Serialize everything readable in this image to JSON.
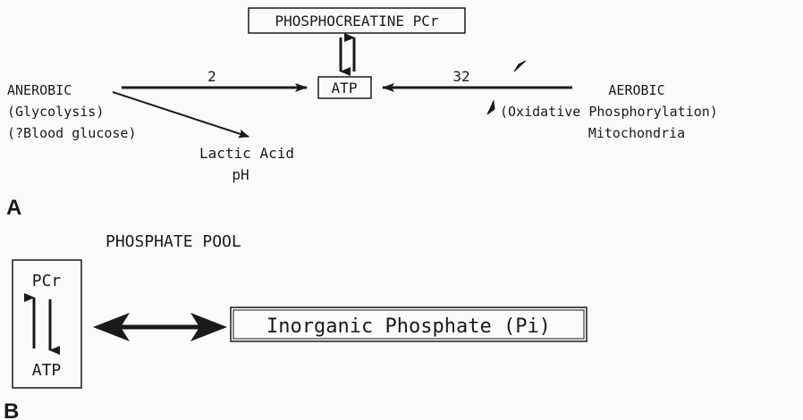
{
  "panel_a": {
    "letter": "A",
    "phosphocreatine_label": "PHOSPHOCREATINE PCr",
    "atp_label": "ATP",
    "anerobic": {
      "title": "ANEROBIC",
      "line2": "(Glycolysis)",
      "line3": "(?Blood glucose)"
    },
    "anerobic_yield": "2",
    "aerobic": {
      "title": "AEROBIC",
      "line2": "(Oxidative Phosphorylation)",
      "line3": "Mitochondria"
    },
    "aerobic_yield": "32",
    "lactic_acid": {
      "line1": "Lactic Acid",
      "line2": "pH"
    }
  },
  "panel_b": {
    "letter": "B",
    "pool_title": "PHOSPHATE POOL",
    "pcr_label": "PCr",
    "atp_label": "ATP",
    "pi_label": "Inorganic Phosphate (Pi)"
  },
  "colors": {
    "ink": "#1a1a1a",
    "background": "#fbfbfa"
  }
}
